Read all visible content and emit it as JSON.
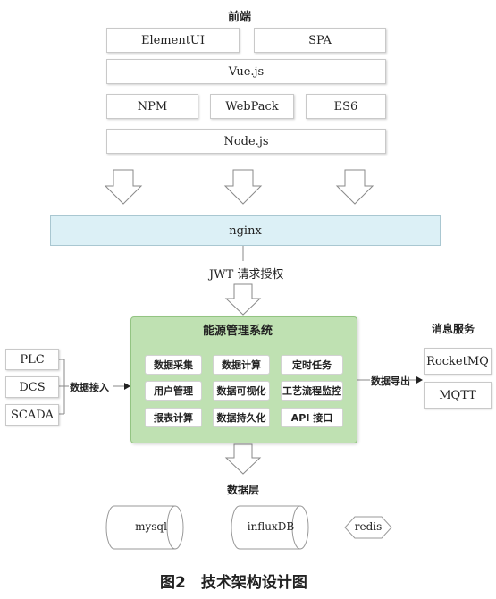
{
  "frontend": {
    "title": "前端",
    "element_ui": "ElementUI",
    "spa": "SPA",
    "vue": "Vue.js",
    "npm": "NPM",
    "webpack": "WebPack",
    "es6": "ES6",
    "node": "Node.js"
  },
  "nginx": "nginx",
  "jwt_label": "JWT 请求授权",
  "inputs": {
    "items": [
      "PLC",
      "DCS",
      "SCADA"
    ],
    "label": "数据接入"
  },
  "core": {
    "title": "能源管理系统",
    "modules": [
      "数据采集",
      "数据计算",
      "定时任务",
      "用户管理",
      "数据可视化",
      "工艺流程监控",
      "报表计算",
      "数据持久化",
      "API 接口"
    ]
  },
  "messaging": {
    "title": "消息服务",
    "export_label": "数据导出",
    "items": [
      "RocketMQ",
      "MQTT"
    ]
  },
  "data_layer": {
    "title": "数据层",
    "items": [
      "mysql",
      "influxDB",
      "redis"
    ]
  },
  "caption": "图2　技术架构设计图",
  "colors": {
    "nginx_fill": "#dcf0f6",
    "core_fill": "#bfe1b2",
    "arrow_fill": "#ffffff",
    "arrow_stroke": "#8a8a8a"
  }
}
